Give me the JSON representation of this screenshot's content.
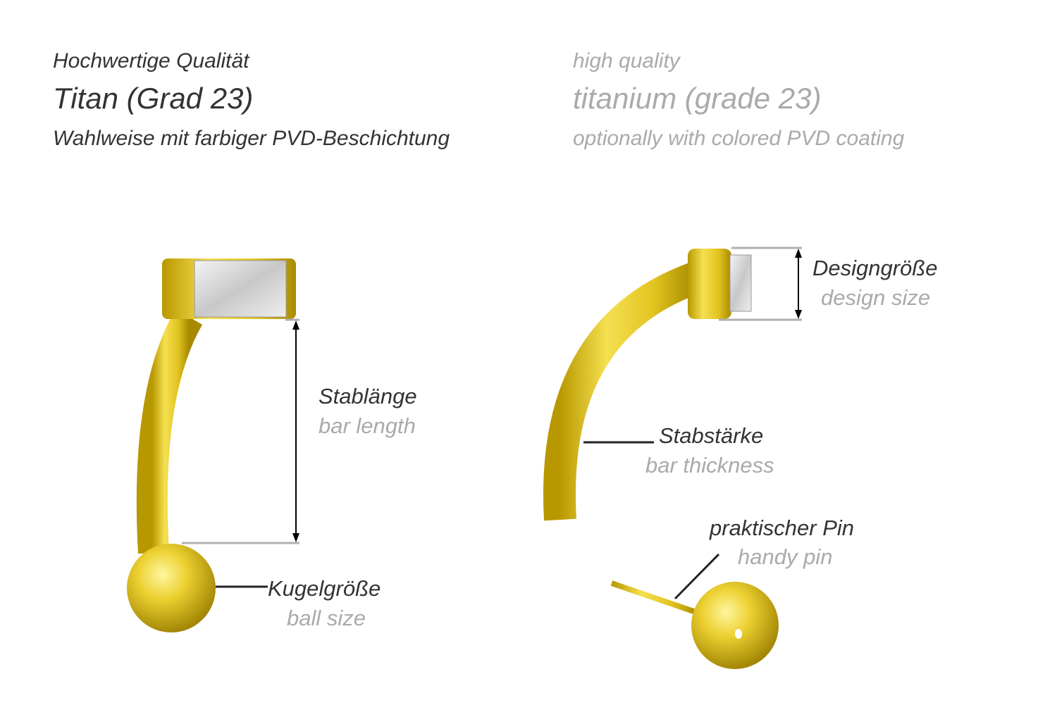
{
  "header": {
    "de": {
      "line1": "Hochwertige Qualität",
      "line2": "Titan (Grad 23)",
      "line3": "Wahlweise mit farbiger PVD-Beschichtung"
    },
    "en": {
      "line1": "high quality",
      "line2": "titanium (grade 23)",
      "line3": "optionally with colored PVD coating"
    }
  },
  "labels": {
    "bar_length": {
      "de": "Stablänge",
      "en": "bar length"
    },
    "ball_size": {
      "de": "Kugelgröße",
      "en": "ball size"
    },
    "design_size": {
      "de": "Designgröße",
      "en": "design size"
    },
    "bar_thickness": {
      "de": "Stabstärke",
      "en": "bar thickness"
    },
    "handy_pin": {
      "de": "praktischer Pin",
      "en": "handy pin"
    }
  },
  "colors": {
    "gold": "#e2c420",
    "gold_dark": "#a98d00",
    "label_de": "#333333",
    "label_en": "#aaaaaa",
    "guide": "#b0b0b0"
  }
}
